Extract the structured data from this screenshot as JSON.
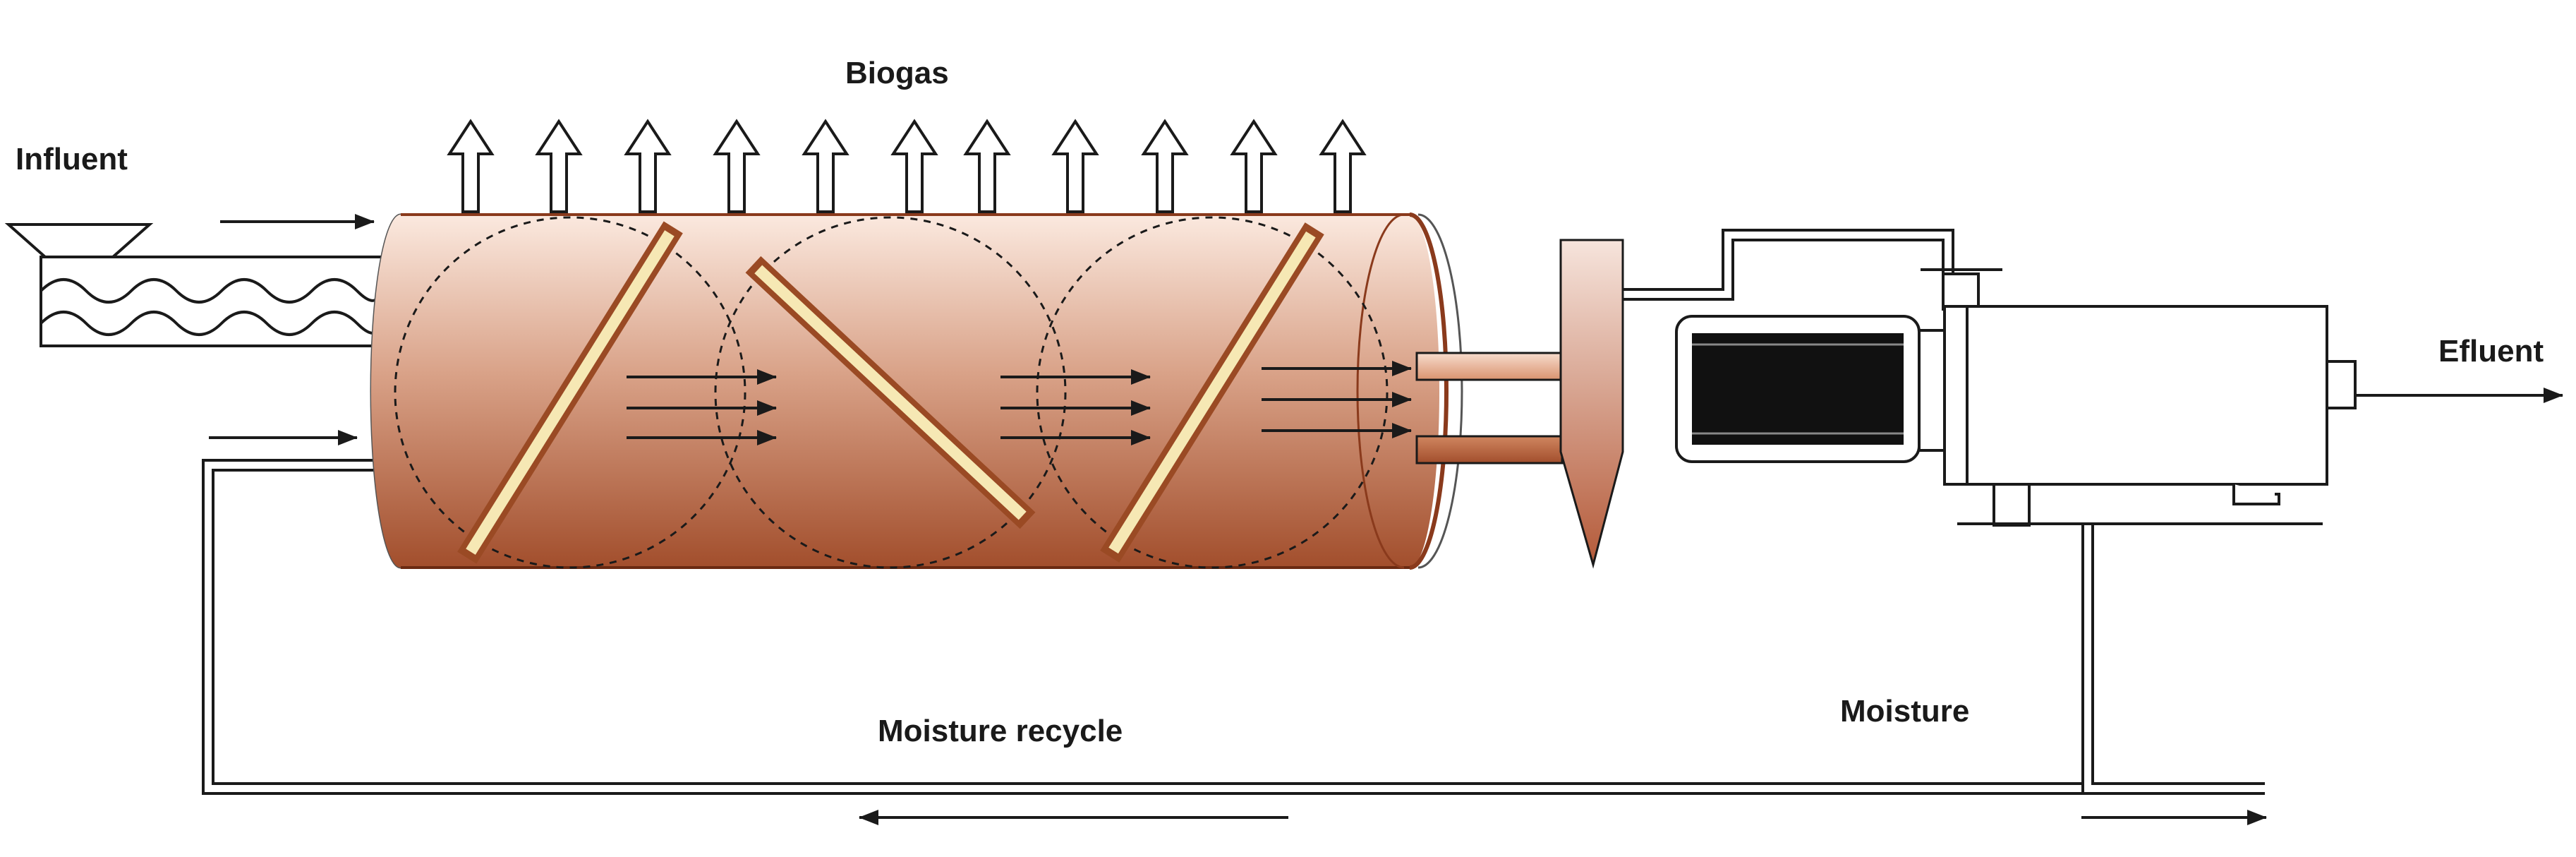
{
  "labels": {
    "biogas": "Biogas",
    "influent": "Influent",
    "effluent": "Efluent",
    "moisture_recycle": "Moisture recycle",
    "moisture": "Moisture"
  },
  "colors": {
    "drum_top": "#fbe9df",
    "drum_mid": "#d9a288",
    "drum_bottom": "#a24e2c",
    "paddle_border": "#9a4a24",
    "paddle_fill": "#f6e8b4",
    "stroke": "#1a1a1a",
    "pipe_fill": "#ffffff",
    "motor_black": "#111111",
    "separator_top": "#f3dfd7",
    "separator_bottom": "#b45a39"
  },
  "icons": {
    "biogas_arrows": "hollow-up-arrow",
    "flow_arrows": "right-arrow",
    "feed_hopper": "hopper-funnel",
    "screw_conveyor": "wavy-screw"
  }
}
